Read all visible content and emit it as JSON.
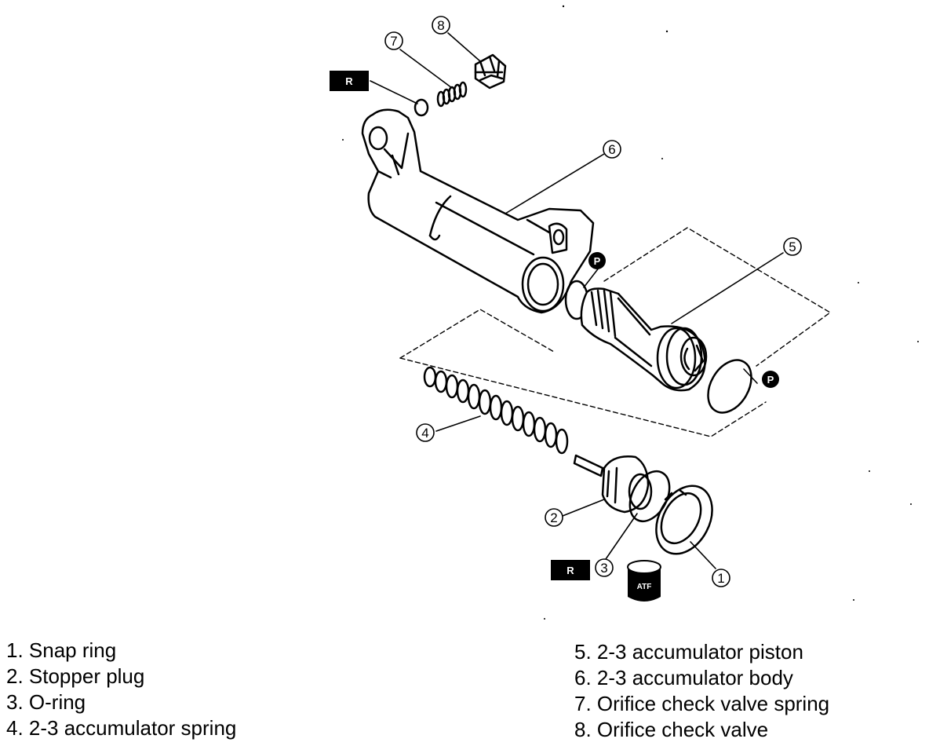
{
  "callouts": [
    "1",
    "2",
    "3",
    "4",
    "5",
    "6",
    "7",
    "8"
  ],
  "badges": {
    "replace": "R",
    "petroleum_jelly": "P",
    "atf": "ATF"
  },
  "legend": {
    "left": [
      "1. Snap ring",
      "2. Stopper plug",
      "3. O-ring",
      "4. 2-3 accumulator spring"
    ],
    "right": [
      "5. 2-3 accumulator piston",
      "6. 2-3 accumulator body",
      "7. Orifice check valve spring",
      "8. Orifice check valve"
    ]
  }
}
